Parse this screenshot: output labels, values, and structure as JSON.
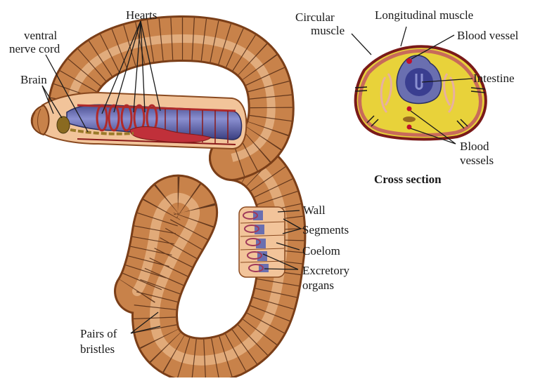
{
  "diagram": {
    "subject": "Earthworm anatomy",
    "colors": {
      "skin": "#c8824a",
      "skin_light": "#f0b98a",
      "skin_dark": "#8a4a20",
      "cutaway": "#f2c49a",
      "intestine": "#6a6fb0",
      "blood": "#b02a2a",
      "nerve": "#9a7a2a",
      "cross_fill": "#e8d23a",
      "cross_wall": "#c86a5a",
      "cross_outer": "#7a1a1a",
      "line": "#1a1a1a"
    },
    "labels": {
      "hearts": "Hearts",
      "ventral_nerve_cord_1": "ventral",
      "ventral_nerve_cord_2": "nerve cord",
      "brain": "Brain",
      "circular_muscle_1": "Circular",
      "circular_muscle_2": "muscle",
      "longitudinal_muscle": "Longitudinal muscle",
      "blood_vessel": "Blood vessel",
      "intestine": "Intestine",
      "blood_vessels_1": "Blood",
      "blood_vessels_2": "vessels",
      "cross_section_title": "Cross section",
      "wall": "Wall",
      "segments": "Segments",
      "coelom": "Coelom",
      "excretory_organs_1": "Excretory",
      "excretory_organs_2": "organs",
      "pairs_of_bristles_1": "Pairs of",
      "pairs_of_bristles_2": "bristles"
    }
  }
}
